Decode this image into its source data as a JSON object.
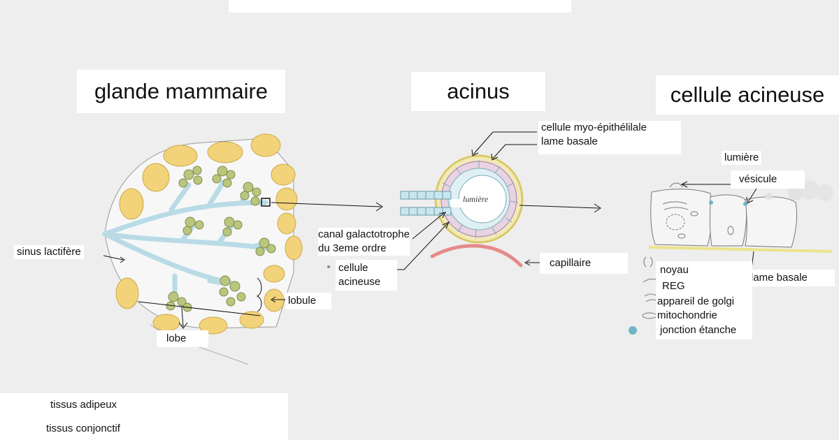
{
  "titles": {
    "gland": "glande mammaire",
    "acinus": "acinus",
    "cell": "cellule acineuse"
  },
  "gland_labels": {
    "sinus": "sinus lactifère",
    "lobule": "lobule",
    "lobe": "lobe"
  },
  "acinus_labels": {
    "myo": "cellule myo-épithélilale",
    "lame": "lame basale",
    "canal_1": "canal galactotrophe",
    "canal_2": "du 3eme ordre",
    "acin_1": "cellule",
    "acin_2": "acineuse",
    "capillaire": "capillaire",
    "lumen_handwritten": "lumière"
  },
  "cell_labels": {
    "lumiere": "lumière",
    "vesicule": "vésicule",
    "lame": "lame basale"
  },
  "cell_legend": [
    {
      "label": "noyau"
    },
    {
      "label": "REG"
    },
    {
      "label": "appareil de golgi"
    },
    {
      "label": "mitochondrie"
    },
    {
      "label": "jonction étanche"
    }
  ],
  "legend": [
    {
      "label": "tissus adipeux",
      "color": "#f2d37a"
    },
    {
      "label": "tissus conjonctif",
      "color": "#ffffff"
    }
  ],
  "colors": {
    "adipose": "#f2d37a",
    "duct": "#b9dbe6",
    "lobule_green": "#b9c67d",
    "capillary": "#e58a8a",
    "myo": "#9a7ab0",
    "junction": "#6fb6c8",
    "basal_line": "#ece38a"
  }
}
